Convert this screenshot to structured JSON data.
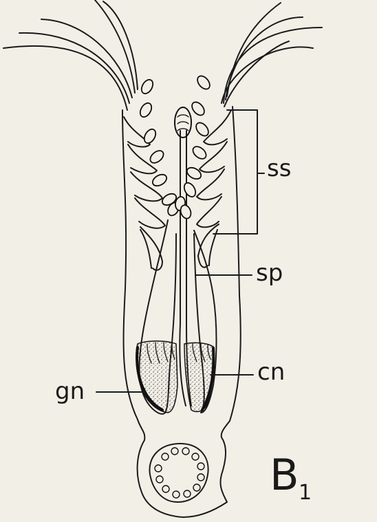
{
  "figure": {
    "panel_letter": "B",
    "panel_number": "1",
    "labels": [
      {
        "id": "ss",
        "text": "ss"
      },
      {
        "id": "sp",
        "text": "sp"
      },
      {
        "id": "cn",
        "text": "cn"
      },
      {
        "id": "gn",
        "text": "gn"
      }
    ]
  }
}
